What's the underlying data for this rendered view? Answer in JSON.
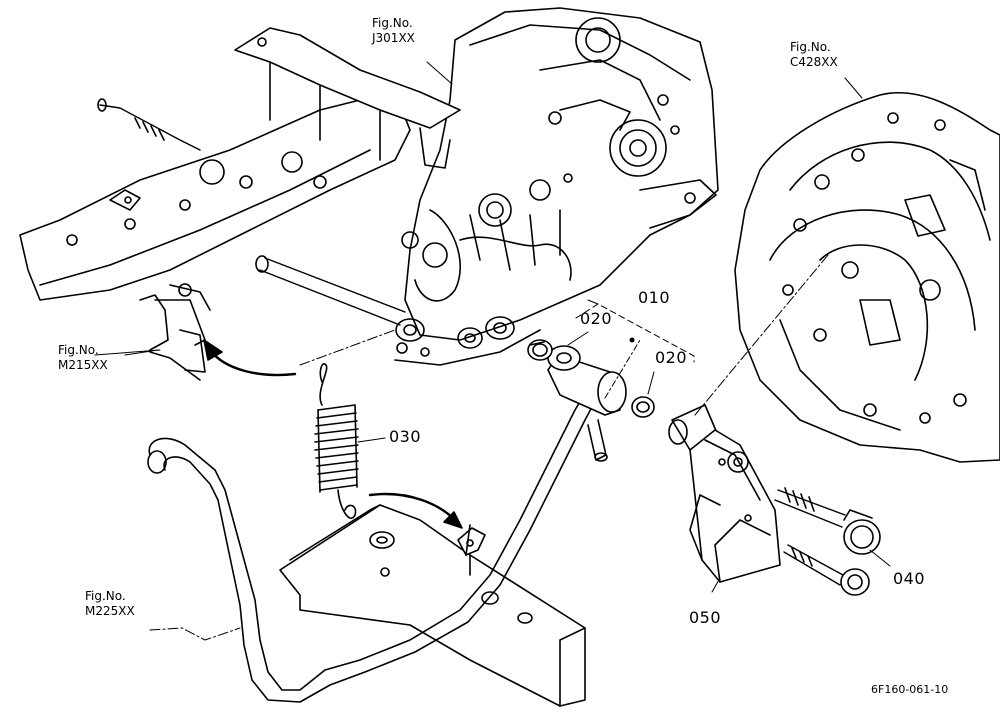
{
  "figure_refs": {
    "j301": {
      "line1": "Fig.No.",
      "line2": "J301XX"
    },
    "c428": {
      "line1": "Fig.No.",
      "line2": "C428XX"
    },
    "m215": {
      "line1": "Fig.No.",
      "line2": "M215XX"
    },
    "m225": {
      "line1": "Fig.No.",
      "line2": "M225XX"
    }
  },
  "part_numbers": {
    "p010": "010",
    "p020_a": "020",
    "p020_b": "020",
    "p030": "030",
    "p040": "040",
    "p050": "050"
  },
  "drawing_code": "6F160-061-10"
}
